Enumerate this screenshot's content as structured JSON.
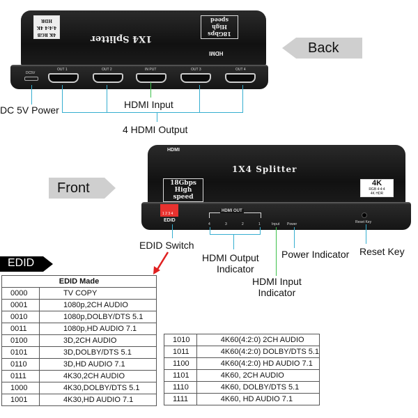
{
  "back_device": {
    "title": "1X4  Splitter",
    "speed_badge": "18Gbps High speed",
    "badge_4k": "4K RGB 4:4:4 4K HDR",
    "hdmi_logo": "HDMI",
    "ports": [
      "DC5V",
      "OUT 1",
      "OUT 2",
      "IN PUT",
      "OUT 3",
      "OUT 4"
    ]
  },
  "front_device": {
    "title": "1X4  Splitter",
    "speed_line1": "18Gbps",
    "speed_line2": "High speed",
    "badge_4k": "4K",
    "badge_4k_sub1": "RGB 4:4:4",
    "badge_4k_sub2": "4K HDR",
    "hdmi_logo": "HDMI",
    "dip_numbers": "1 2 3 4",
    "edid_label": "EDID",
    "hdmi_out_label": "HDMI OUT",
    "out_numbers": [
      "4",
      "3",
      "2",
      "1"
    ],
    "input_label": "Input",
    "power_label": "Power",
    "reset_label": "Reset Key"
  },
  "tags": {
    "back": "Back",
    "front": "Front",
    "edid": "EDID"
  },
  "callouts": {
    "dc_power": "DC 5V Power",
    "hdmi_input": "HDMI Input",
    "hdmi_output": "4 HDMI Output",
    "edid_switch": "EDID Switch",
    "hdmi_output_indicator_1": "HDMI Output",
    "hdmi_output_indicator_2": "Indicator",
    "power_indicator": "Power Indicator",
    "reset_key": "Reset Key",
    "hdmi_input_indicator_1": "HDMI Input",
    "hdmi_input_indicator_2": "Indicator"
  },
  "colors": {
    "callout_line": "#35aed0",
    "input_line": "#3cc04a",
    "arrow_red": "#e02020",
    "dip_red": "#e8322f"
  },
  "edid_table": {
    "header": "EDID Made",
    "rows_left": [
      [
        "0000",
        "TV COPY"
      ],
      [
        "0001",
        "1080p,2CH AUDIO"
      ],
      [
        "0010",
        "1080p,DOLBY/DTS 5.1"
      ],
      [
        "0011",
        "1080p,HD AUDIO 7.1"
      ],
      [
        "0100",
        "3D,2CH AUDIO"
      ],
      [
        "0101",
        "3D,DOLBY/DTS 5.1"
      ],
      [
        "0110",
        "3D,HD AUDIO 7.1"
      ],
      [
        "0111",
        "4K30,2CH AUDIO"
      ],
      [
        "1000",
        "4K30,DOLBY/DTS 5.1"
      ],
      [
        "1001",
        "4K30,HD AUDIO 7.1"
      ]
    ],
    "rows_right": [
      [
        "1010",
        "4K60(4:2:0) 2CH AUDIO"
      ],
      [
        "1011",
        "4K60(4:2:0) DOLBY/DTS 5.1"
      ],
      [
        "1100",
        "4K60(4:2:0) HD AUDIO 7.1"
      ],
      [
        "1101",
        "4K60, 2CH AUDIO"
      ],
      [
        "1110",
        "4K60, DOLBY/DTS 5.1"
      ],
      [
        "1111",
        "4K60, HD AUDIO  7.1"
      ]
    ]
  }
}
